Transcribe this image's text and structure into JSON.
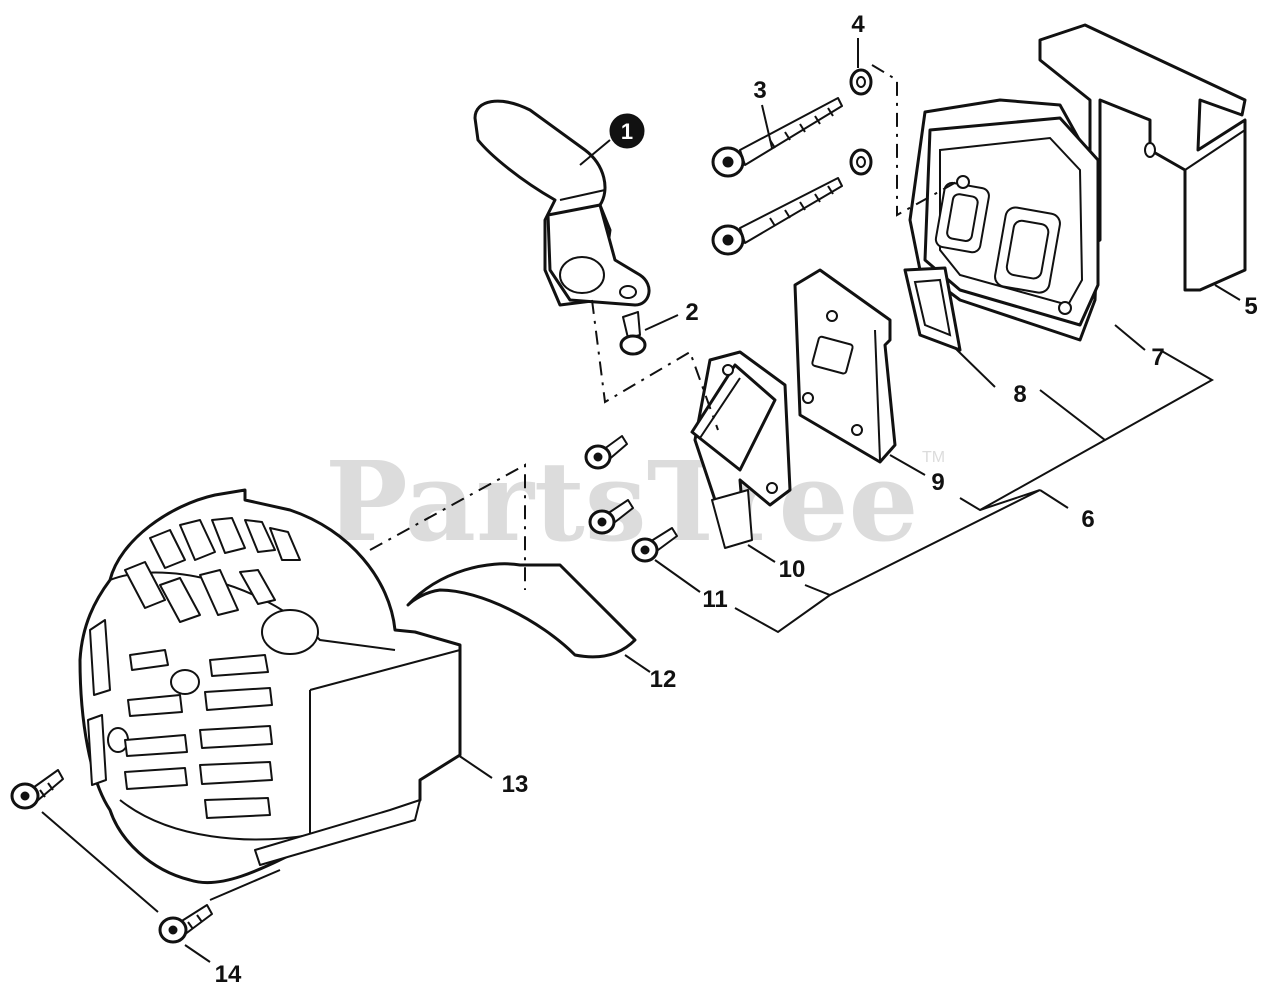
{
  "watermark": {
    "text": "PartsTree",
    "trademark": "TM"
  },
  "callouts": [
    {
      "number": "1",
      "part": "exhaust-pipe",
      "style": "badge"
    },
    {
      "number": "2",
      "part": "pipe-screw"
    },
    {
      "number": "3",
      "part": "muffler-bolt"
    },
    {
      "number": "4",
      "part": "washer"
    },
    {
      "number": "5",
      "part": "muffler-cover"
    },
    {
      "number": "6",
      "part": "muffler-assembly"
    },
    {
      "number": "7",
      "part": "muffler-body"
    },
    {
      "number": "8",
      "part": "muffler-gasket"
    },
    {
      "number": "9",
      "part": "muffler-plate"
    },
    {
      "number": "10",
      "part": "exhaust-elbow"
    },
    {
      "number": "11",
      "part": "elbow-screw"
    },
    {
      "number": "12",
      "part": "deflector"
    },
    {
      "number": "13",
      "part": "muffler-guard"
    },
    {
      "number": "14",
      "part": "guard-screw"
    }
  ],
  "colors": {
    "line": "#111111",
    "watermark": "#dcdcdc",
    "background": "#ffffff"
  }
}
